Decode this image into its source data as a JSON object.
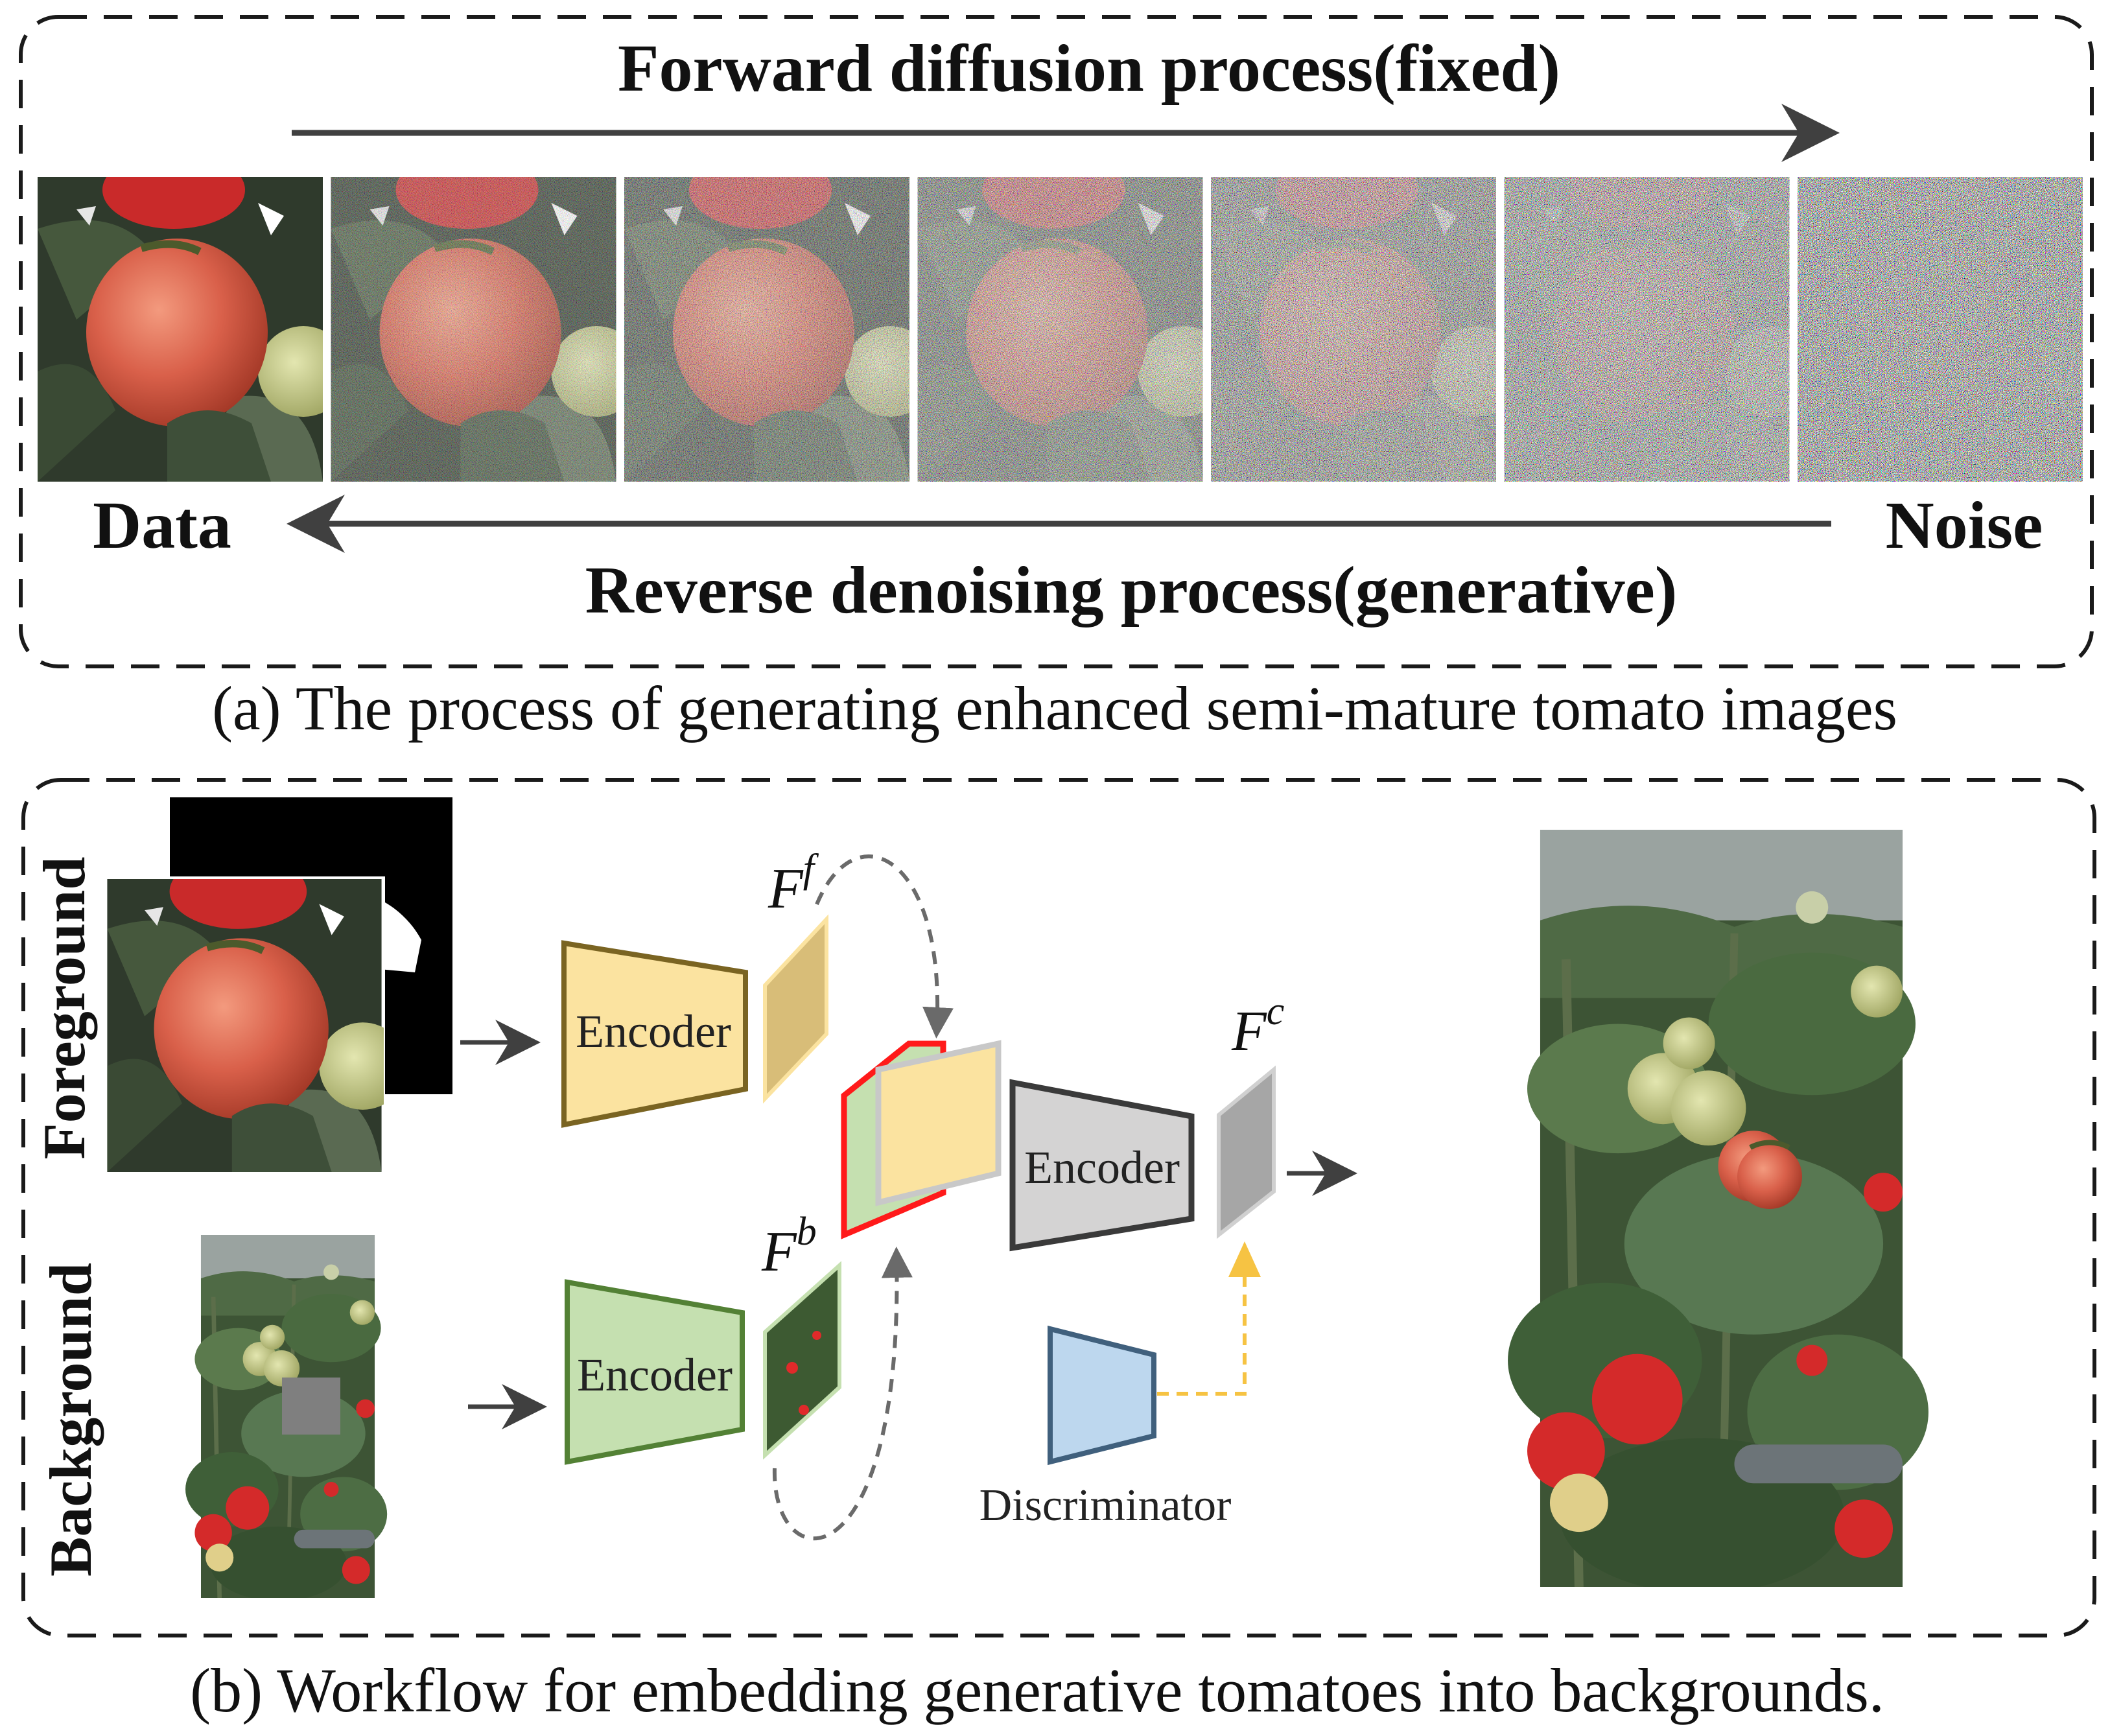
{
  "panel_a": {
    "forward_label": "Forward diffusion process(fixed)",
    "reverse_label": "Reverse denoising process(generative)",
    "data_label": "Data",
    "noise_label": "Noise",
    "caption": "(a) The process of generating enhanced semi-mature tomato images",
    "noise_steps": [
      0,
      0.18,
      0.32,
      0.5,
      0.66,
      0.8,
      1.0
    ]
  },
  "panel_b": {
    "foreground_label": "Foreground",
    "background_label": "Background",
    "encoder_fg_label": "Encoder",
    "encoder_bg_label": "Encoder",
    "encoder_combined_label": "Encoder",
    "discriminator_label": "Discriminator",
    "feature_f_base": "F",
    "feature_f_sup": "f",
    "feature_b_base": "F",
    "feature_b_sup": "b",
    "feature_c_base": "F",
    "feature_c_sup": "c",
    "caption": "(b) Workflow for embedding generative tomatoes into backgrounds."
  },
  "colors": {
    "encoder_fg_fill": "#fbe3a0",
    "encoder_fg_stroke": "#7a6422",
    "encoder_bg_fill": "#c5e0b0",
    "encoder_bg_stroke": "#538135",
    "encoder_combined_fill": "#d4d3d3",
    "encoder_combined_stroke": "#3a3a3a",
    "discriminator_fill": "#bdd7ee",
    "discriminator_stroke": "#40607d",
    "arrow": "#404040",
    "dashed_yellow": "#f6c343",
    "red_outline": "#ff1a1a",
    "tomato_red": "#d94a3a",
    "leaf_green": "#3d5a32"
  }
}
